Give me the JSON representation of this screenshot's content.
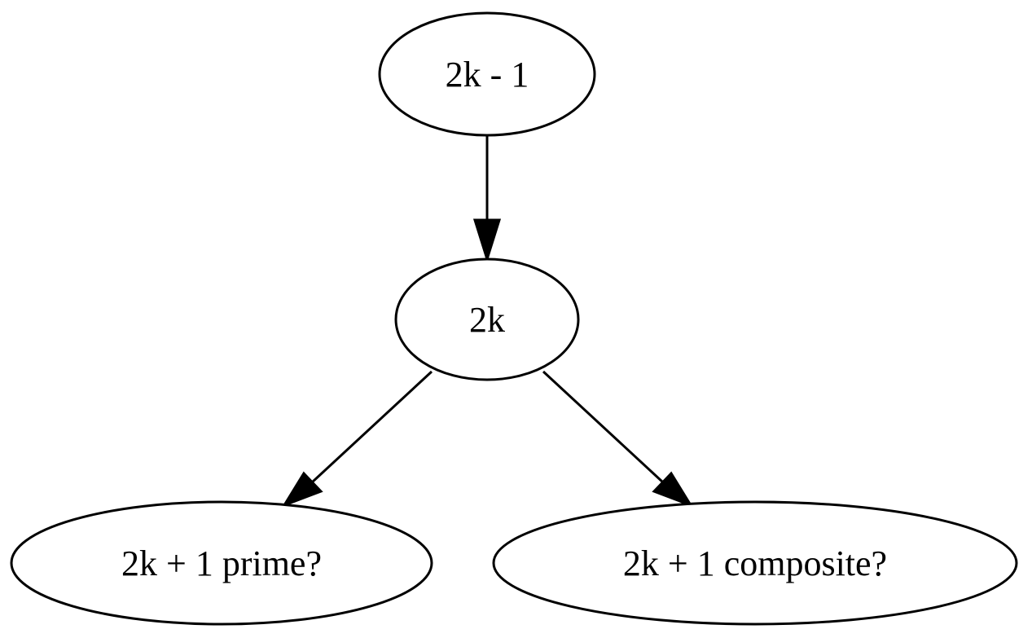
{
  "nodes": [
    {
      "id": "n1",
      "label": "2k - 1"
    },
    {
      "id": "n2",
      "label": "2k"
    },
    {
      "id": "n3",
      "label": "2k + 1 prime?"
    },
    {
      "id": "n4",
      "label": "2k + 1 composite?"
    }
  ],
  "edges": [
    {
      "from": "n1",
      "to": "n2"
    },
    {
      "from": "n2",
      "to": "n3"
    },
    {
      "from": "n2",
      "to": "n4"
    }
  ],
  "colors": {
    "stroke": "#000000",
    "fill": "#ffffff",
    "text": "#000000"
  }
}
